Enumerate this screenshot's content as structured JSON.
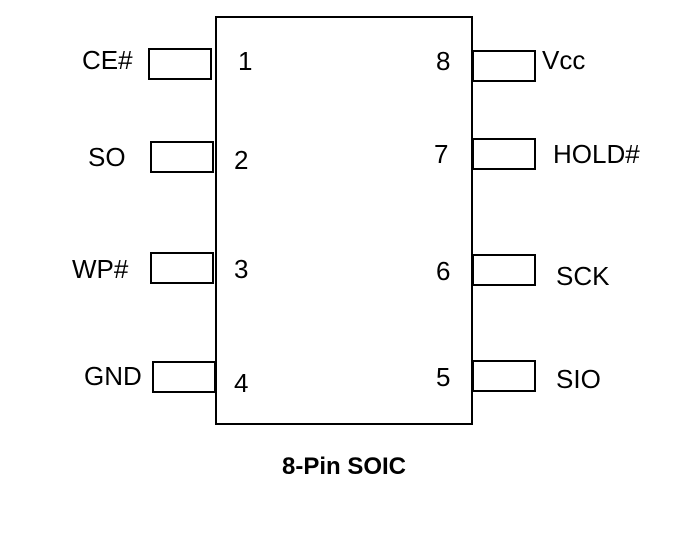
{
  "diagram": {
    "caption": "8-Pin SOIC",
    "pins": [
      {
        "number": "1",
        "name": "CE#"
      },
      {
        "number": "2",
        "name": "SO"
      },
      {
        "number": "3",
        "name": "WP#"
      },
      {
        "number": "4",
        "name": "GND"
      },
      {
        "number": "5",
        "name": "SIO"
      },
      {
        "number": "6",
        "name": "SCK"
      },
      {
        "number": "7",
        "name": "HOLD#"
      },
      {
        "number": "8",
        "name": "Vcc"
      }
    ]
  }
}
